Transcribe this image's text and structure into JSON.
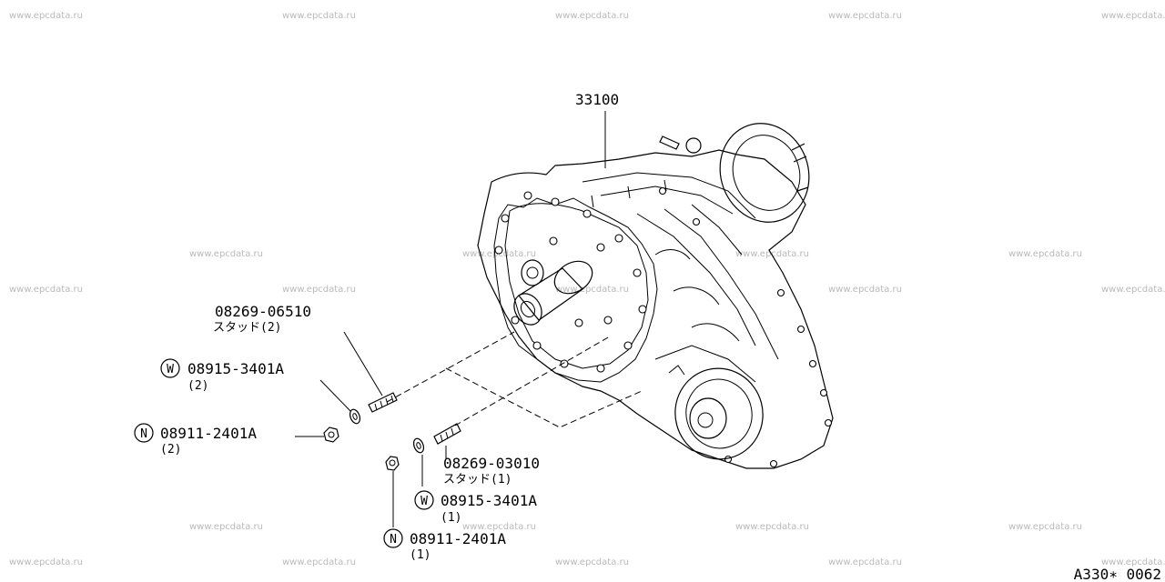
{
  "watermark": "www.epcdata.ru",
  "diagram_code": "A330∗ 0062",
  "assembly": {
    "part_no": "33100"
  },
  "callouts": [
    {
      "id": "stud_upper",
      "part_no": "08269-06510",
      "note": "スタッド(2)",
      "prefix": ""
    },
    {
      "id": "washer_left",
      "part_no": "08915-3401A",
      "note": "(2)",
      "prefix": "W"
    },
    {
      "id": "nut_left",
      "part_no": "08911-2401A",
      "note": "(2)",
      "prefix": "N"
    },
    {
      "id": "stud_lower",
      "part_no": "08269-03010",
      "note": "スタッド(1)",
      "prefix": ""
    },
    {
      "id": "washer_lower",
      "part_no": "08915-3401A",
      "note": "(1)",
      "prefix": "W"
    },
    {
      "id": "nut_lower",
      "part_no": "08911-2401A",
      "note": "(1)",
      "prefix": "N"
    }
  ]
}
